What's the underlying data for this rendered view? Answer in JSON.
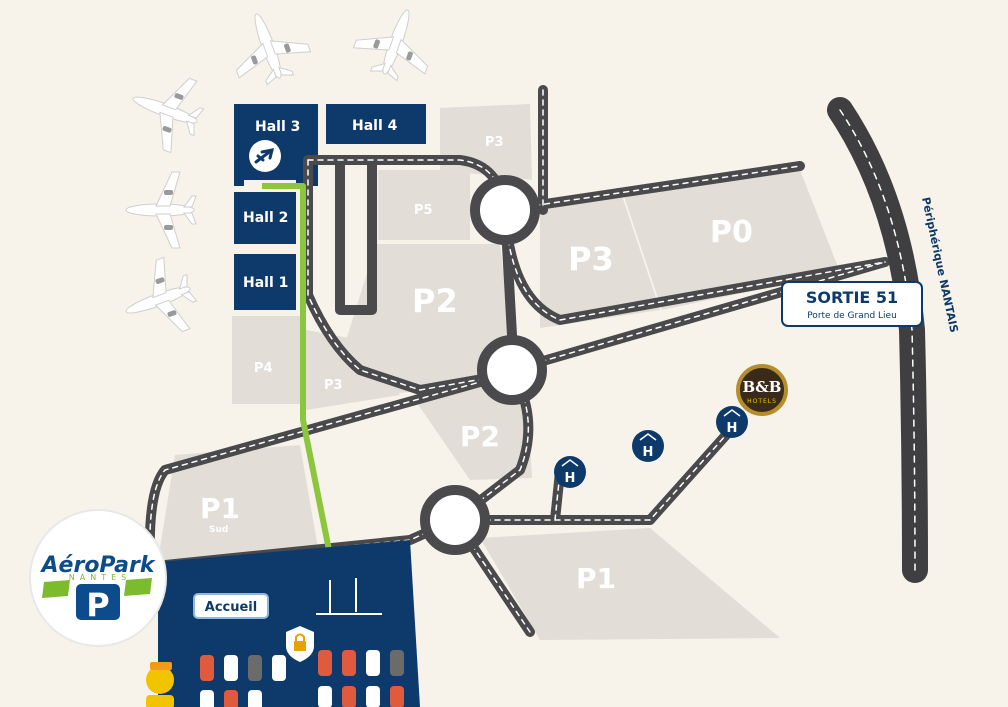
{
  "halls": {
    "hall3": "Hall 3",
    "hall4": "Hall 4",
    "hall2": "Hall 2",
    "hall1": "Hall 1"
  },
  "zones": {
    "p3_top": "P3",
    "p5": "P5",
    "p3_right": "P3",
    "p0": "P0",
    "p2_main": "P2",
    "p4": "P4",
    "p3_small": "P3",
    "p2_lower": "P2",
    "p1_sud": "P1",
    "p1_sud_sub": "Sud",
    "p1_right": "P1"
  },
  "sortie": {
    "title": "SORTIE 51",
    "subtitle": "Porte de Grand Lieu"
  },
  "road_label": "Périphérique NANTAIS",
  "logo": {
    "brand": "AéroPark",
    "city": "NANTES",
    "letter": "P"
  },
  "accueil_label": "Accueil",
  "hotel": {
    "brand": "B&B",
    "sub": "HOTELS",
    "h_symbol": "H"
  },
  "colors": {
    "background": "#f7f2ea",
    "navy": "#0d3a6b",
    "road": "#4a4a4d",
    "parking_zone": "#e2ddd6",
    "walk_path": "#8cc63f",
    "bb_gold": "#b58e2a"
  }
}
